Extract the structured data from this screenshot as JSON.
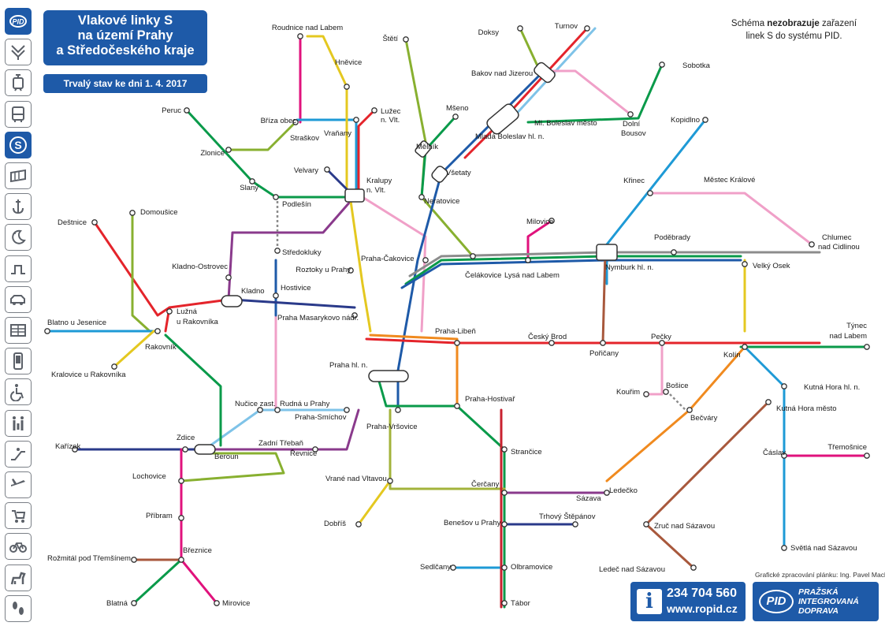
{
  "title": {
    "line1": "Vlakové linky S",
    "line2": "na území Prahy",
    "line3": "a Středočeského kraje"
  },
  "date": "Trvalý stav ke dni 1. 4. 2017",
  "note": {
    "line1_pre": "Schéma ",
    "line1_bold": "nezobrazuje",
    "line1_post": " zařazení",
    "line2": "linek S do systému PID."
  },
  "sidebar": [
    {
      "name": "pid-logo-icon",
      "label": "PID",
      "active": true
    },
    {
      "name": "metro-icon",
      "label": "M",
      "active": false
    },
    {
      "name": "tram-icon",
      "label": "",
      "active": false
    },
    {
      "name": "bus-icon",
      "label": "",
      "active": false
    },
    {
      "name": "train-s-icon",
      "label": "S",
      "active": true
    },
    {
      "name": "ticket-icon",
      "label": "",
      "active": false
    },
    {
      "name": "anchor-icon",
      "label": "",
      "active": false
    },
    {
      "name": "night-icon",
      "label": "",
      "active": false
    },
    {
      "name": "step-icon",
      "label": "",
      "active": false
    },
    {
      "name": "car-icon",
      "label": "",
      "active": false
    },
    {
      "name": "timetable-icon",
      "label": "",
      "active": false
    },
    {
      "name": "mobile-icon",
      "label": "",
      "active": false
    },
    {
      "name": "wheelchair-icon",
      "label": "",
      "active": false
    },
    {
      "name": "family-icon",
      "label": "",
      "active": false
    },
    {
      "name": "escalator-icon",
      "label": "",
      "active": false
    },
    {
      "name": "airplane-icon",
      "label": "",
      "active": false
    },
    {
      "name": "stroller-icon",
      "label": "",
      "active": false
    },
    {
      "name": "bicycle-icon",
      "label": "",
      "active": false
    },
    {
      "name": "dog-icon",
      "label": "",
      "active": false
    },
    {
      "name": "footsteps-icon",
      "label": "",
      "active": false
    }
  ],
  "colors": {
    "S1": "#e4242b",
    "S2": "#1e5aa8",
    "S3": "#1e5aa8",
    "S4": "#e4c820",
    "S5": "#e5242b",
    "S6": "#7fc3e8",
    "S7": "#2a3a8a",
    "S8": "#a3b33b",
    "S9": "#0a9a4a",
    "S10": "#0a9a4a",
    "S20": "#1e9ad6",
    "S22": "#e0127c",
    "S23": "#a8583c",
    "S28": "#a8583c",
    "S30": "#e4242b",
    "S34": "#88b030",
    "S40": "#0a9a4a",
    "S41": "#f08a1f",
    "S42": "#e4242b",
    "S45": "#8a3a8c",
    "S46": "#88b030",
    "S49": "#f0a0c8",
    "S50": "#2a3a8a",
    "S60": "#e0127c",
    "S70": "#2a3a8a",
    "S80": "#8a3a8c",
    "S88": "#a3b33b",
    "S90": "#e4242b",
    "R": "#c8212f",
    "gray": "#8c8c8c"
  },
  "stations": [
    {
      "id": "roudnice",
      "name": "Roudnice nad Labem"
    },
    {
      "id": "steti",
      "name": "Štětí"
    },
    {
      "id": "doksy",
      "name": "Doksy"
    },
    {
      "id": "turnov",
      "name": "Turnov"
    },
    {
      "id": "hnevice",
      "name": "Hněvice"
    },
    {
      "id": "bakov",
      "name": "Bakov nad Jizerou"
    },
    {
      "id": "sobotka",
      "name": "Sobotka"
    },
    {
      "id": "peruc",
      "name": "Peruc"
    },
    {
      "id": "brizaobec",
      "name": "Bříza obec"
    },
    {
      "id": "lusec",
      "name": "Lužec"
    },
    {
      "id": "lusec2",
      "name": "n. Vlt."
    },
    {
      "id": "mseno",
      "name": "Mšeno"
    },
    {
      "id": "mlboleslav",
      "name": "Ml. Boleslav město"
    },
    {
      "id": "mladaboleslav",
      "name": "Mladá Boleslav hl. n."
    },
    {
      "id": "dolnibousov",
      "name": "Dolní"
    },
    {
      "id": "dolnibousov2",
      "name": "Bousov"
    },
    {
      "id": "kopidlno",
      "name": "Kopidlno"
    },
    {
      "id": "zlonice",
      "name": "Zlonice"
    },
    {
      "id": "straskov",
      "name": "Straškov"
    },
    {
      "id": "vranany",
      "name": "Vraňany"
    },
    {
      "id": "melnik",
      "name": "Mělník"
    },
    {
      "id": "vsetaty",
      "name": "Všetaty"
    },
    {
      "id": "krinec",
      "name": "Křinec"
    },
    {
      "id": "slany",
      "name": "Slaný"
    },
    {
      "id": "velvary",
      "name": "Velvary"
    },
    {
      "id": "kralupy",
      "name": "Kralupy"
    },
    {
      "id": "kralupy2",
      "name": "n. Vlt."
    },
    {
      "id": "mestec",
      "name": "Městec Králové"
    },
    {
      "id": "podlesin",
      "name": "Podlešín"
    },
    {
      "id": "neratovice",
      "name": "Neratovice"
    },
    {
      "id": "milovice",
      "name": "Milovice"
    },
    {
      "id": "destnice",
      "name": "Deštnice"
    },
    {
      "id": "domousice",
      "name": "Domoušice"
    },
    {
      "id": "chlumec",
      "name": "Chlumec"
    },
    {
      "id": "chlumec2",
      "name": "nad Cidlinou"
    },
    {
      "id": "podebrady",
      "name": "Poděbrady"
    },
    {
      "id": "stredokluky",
      "name": "Středokluky"
    },
    {
      "id": "kladnoostrovec",
      "name": "Kladno-Ostrovec"
    },
    {
      "id": "pcakovice",
      "name": "Praha-Čakovice"
    },
    {
      "id": "celakovice",
      "name": "Čelákovice"
    },
    {
      "id": "lysa",
      "name": "Lysá nad Labem"
    },
    {
      "id": "nymburk",
      "name": "Nymburk hl. n."
    },
    {
      "id": "velkyosek",
      "name": "Velký Osek"
    },
    {
      "id": "roztoky",
      "name": "Roztoky u Prahy"
    },
    {
      "id": "hostivice",
      "name": "Hostivice"
    },
    {
      "id": "kladno",
      "name": "Kladno"
    },
    {
      "id": "luzna",
      "name": "Lužná"
    },
    {
      "id": "luzna2",
      "name": "u Rakovníka"
    },
    {
      "id": "masarykovo",
      "name": "Praha Masarykovo nádr."
    },
    {
      "id": "blatno",
      "name": "Blatno u Jesenice"
    },
    {
      "id": "libeň",
      "name": "Praha-Libeň"
    },
    {
      "id": "ceskybrod",
      "name": "Český Brod"
    },
    {
      "id": "pecky",
      "name": "Pečky"
    },
    {
      "id": "tynec",
      "name": "Týnec"
    },
    {
      "id": "tynec2",
      "name": "nad Labem"
    },
    {
      "id": "rakovnik",
      "name": "Rakovník"
    },
    {
      "id": "poricany",
      "name": "Pořičany"
    },
    {
      "id": "kolin",
      "name": "Kolín"
    },
    {
      "id": "kralovice",
      "name": "Kralovice u Rakovníka"
    },
    {
      "id": "prahahln",
      "name": "Praha hl. n."
    },
    {
      "id": "kutnahora",
      "name": "Kutná Hora hl. n."
    },
    {
      "id": "kutnahoramesto",
      "name": "Kutná Hora město"
    },
    {
      "id": "bosice",
      "name": "Bošice"
    },
    {
      "id": "kourim",
      "name": "Kouřim"
    },
    {
      "id": "hostivar",
      "name": "Praha-Hostivař"
    },
    {
      "id": "nucice",
      "name": "Nučice zast."
    },
    {
      "id": "rudna",
      "name": "Rudná u Prahy"
    },
    {
      "id": "smichov",
      "name": "Praha-Smíchov"
    },
    {
      "id": "becvary",
      "name": "Bečváry"
    },
    {
      "id": "vrsovice",
      "name": "Praha-Vršovice"
    },
    {
      "id": "karizek",
      "name": "Kařízek"
    },
    {
      "id": "zdice",
      "name": "Zdice"
    },
    {
      "id": "zadnitreban",
      "name": "Zadní Třebaň"
    },
    {
      "id": "strancice",
      "name": "Strančice"
    },
    {
      "id": "beroun",
      "name": "Beroun"
    },
    {
      "id": "revnice",
      "name": "Řevnice"
    },
    {
      "id": "caslav",
      "name": "Čáslav"
    },
    {
      "id": "tremosnice",
      "name": "Třemošnice"
    },
    {
      "id": "lochovice",
      "name": "Lochovice"
    },
    {
      "id": "vrane",
      "name": "Vrané nad Vltavou"
    },
    {
      "id": "cercany",
      "name": "Čerčany"
    },
    {
      "id": "sazava",
      "name": "Sázava"
    },
    {
      "id": "ledecko",
      "name": "Ledečko"
    },
    {
      "id": "pribram",
      "name": "Příbram"
    },
    {
      "id": "trhovy",
      "name": "Trhový Štěpánov"
    },
    {
      "id": "benesov",
      "name": "Benešov u Prahy"
    },
    {
      "id": "dobris",
      "name": "Dobříš"
    },
    {
      "id": "zruc",
      "name": "Zruč nad Sázavou"
    },
    {
      "id": "svetla",
      "name": "Světlá nad Sázavou"
    },
    {
      "id": "rozmital",
      "name": "Rožmitál pod Třemšínem"
    },
    {
      "id": "breznice",
      "name": "Březnice"
    },
    {
      "id": "sedlcany",
      "name": "Sedlčany"
    },
    {
      "id": "olbramovice",
      "name": "Olbramovice"
    },
    {
      "id": "ledec",
      "name": "Ledeč nad Sázavou"
    },
    {
      "id": "blatna",
      "name": "Blatná"
    },
    {
      "id": "mirovice",
      "name": "Mirovice"
    },
    {
      "id": "tabor",
      "name": "Tábor"
    }
  ],
  "info": {
    "phone": "234 704 560",
    "url": "www.ropid.cz"
  },
  "pid": {
    "logo": "PID",
    "l1": "PRAŽSKÁ",
    "l2": "INTEGROVANÁ",
    "l3": "DOPRAVA"
  },
  "credit": "Grafické zpracování plánku: Ing. Pavel Macků"
}
